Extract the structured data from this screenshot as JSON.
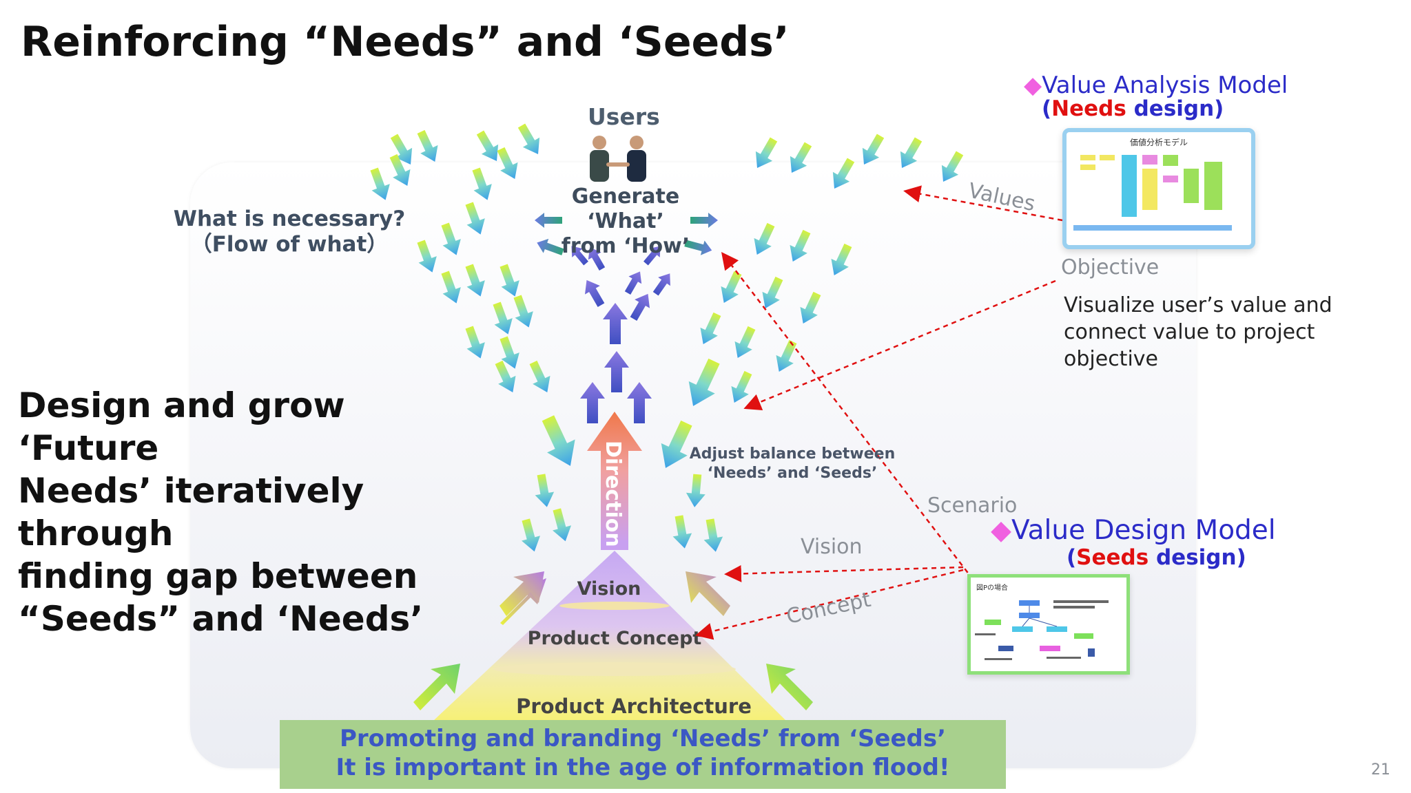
{
  "title": "Reinforcing “Needs” and ‘Seeds’",
  "users_label": "Users",
  "generate_line1": "Generate ‘What’",
  "generate_line2": "from ‘How’",
  "necessary_line1": "What is necessary?",
  "necessary_line2": "（Flow of what）",
  "adjust_line1": "Adjust balance between",
  "adjust_line2": "‘Needs’ and ‘Seeds’",
  "direction_label": "Direction",
  "pyramid": {
    "vision": "Vision",
    "concept": "Product Concept",
    "architecture": "Product Architecture"
  },
  "arrow_labels": {
    "values": "Values",
    "objective": "Objective",
    "scenario": "Scenario",
    "vision": "Vision",
    "concept": "Concept"
  },
  "left_statement": {
    "line1": "Design and grow ‘Future",
    "line2": "Needs’ iteratively through",
    "line3": "finding gap between",
    "line4": "“Seeds” and ‘Needs’"
  },
  "value_analysis": {
    "bullet": "◆",
    "title": "Value Analysis Model",
    "open": "(",
    "sub_red": "Needs",
    "sub_blue": " design",
    "close": ")",
    "thumb_caption": "価値分析モデル"
  },
  "value_design": {
    "bullet": "◆",
    "title": "Value Design Model",
    "open": "(",
    "sub_red": "Seeds",
    "sub_blue": " design",
    "close": ")",
    "thumb_caption": "図Pの場合"
  },
  "visualize": {
    "line1": "Visualize user’s value and",
    "line2": "connect value to project",
    "line3": "objective"
  },
  "banner": {
    "line1": "Promoting and branding ‘Needs’ from ‘Seeds’",
    "line2": "It is important in the age of information flood!"
  },
  "page_number": "21",
  "colors": {
    "accent_blue": "#2b2bc8",
    "accent_red": "#e01010",
    "banner_green": "#a8d08d",
    "direction_arrow": "#f08a5d"
  },
  "icons": [
    "users-handshake-icon",
    "down-gradient-arrow-icon",
    "up-purple-arrow-icon",
    "up-yellow-arrow-icon",
    "diamond-bullet-icon"
  ]
}
